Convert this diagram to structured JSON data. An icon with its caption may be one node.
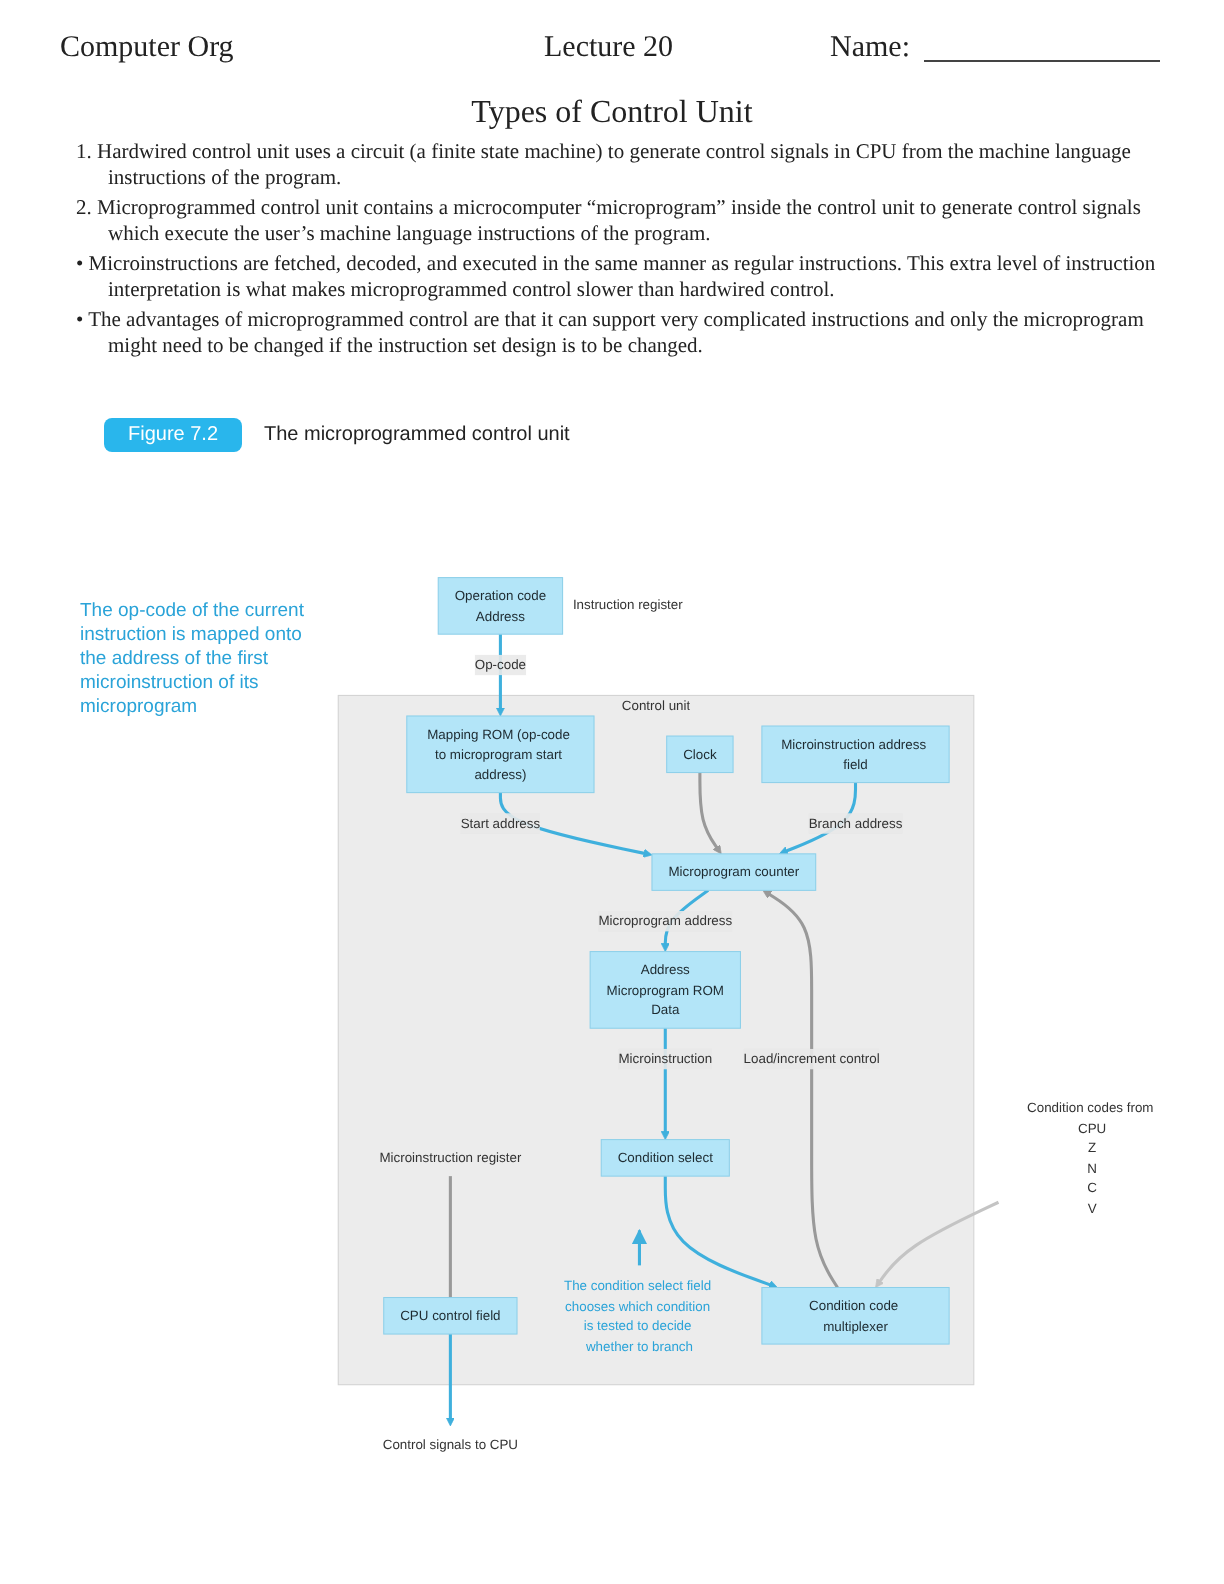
{
  "diagram": {
    "title": "Types of Control Unit",
    "caption": "The microprogrammed control unit",
    "nodes": [
      {
        "text": [
          "Operation code",
          "Address"
        ],
        "beside": [
          "Instruction register"
        ]
      },
      {
        "text": [
          "Control unit"
        ]
      },
      {
        "text": [
          "Mapping ROM (op-code to microprogram start address)"
        ],
        "in": 1
      },
      {
        "text": [
          "Microprogram counter"
        ],
        "in": 1
      },
      {
        "text": [
          "Clock"
        ],
        "in": 1
      },
      {
        "text": [
          "Address",
          "Microprogram ROM",
          "Data"
        ],
        "in": 1
      },
      {
        "text": [
          "Microinstruction register"
        ],
        "in": 1
      },
      {
        "text": [
          "Microinstruction address field"
        ],
        "in": 1
      },
      {
        "text": [
          "Condition select"
        ],
        "in": 1
      },
      {
        "text": [
          "CPU control field"
        ],
        "in": 1
      },
      {
        "text": [
          "Control signals to CPU"
        ]
      },
      {
        "text": [
          "The condition select field chooses which condition is tested to decide whether to branch"
        ],
        "in": 1
      },
      {
        "text": [
          "Condition code multiplexer"
        ],
        "in": 1
      },
      {
        "text": [
          "Condition codes from CPU",
          "Z",
          "N",
          "C",
          "V"
        ]
      }
    ],
    "edges": [
      {
        "from": 0,
        "to": 2,
        "arrow": "to",
        "label": "Op-code"
      },
      {
        "from": 2,
        "to": 3,
        "arrow": "to",
        "label": "Start address"
      },
      {
        "from": 4,
        "to": 3,
        "arrow": "to",
        "color": "#999999"
      },
      {
        "from": 3,
        "to": 5,
        "arrow": "to",
        "label": "Microprogram address"
      },
      {
        "from": 5,
        "to": 8,
        "arrow": "to",
        "label": "Microinstruction"
      },
      {
        "from": 7,
        "to": 3,
        "arrow": "to",
        "label": "Branch address"
      },
      {
        "from": 6,
        "to": 9,
        "arrow": "none",
        "color": "#999999"
      },
      {
        "from": 9,
        "to": 10,
        "arrow": "to"
      },
      {
        "from": 8,
        "to": 12,
        "arrow": "to"
      },
      {
        "from": 13,
        "to": 12,
        "arrow": "to",
        "color": "#c4c4c4"
      },
      {
        "from": 12,
        "to": 3,
        "arrow": "to",
        "label": "Load/increment control",
        "color": "#999999"
      },
      {
        "from": 11,
        "to": null,
        "arrow": "to"
      }
    ],
    "labels": [
      "Computer Org",
      "Lecture 20",
      "Name:",
      "1. Hardwired control unit uses a circuit (a finite state machine) to generate control signals in CPU from the machine language instructions of the program.",
      "2. Microprogrammed control unit contains a microcomputer “microprogram” inside the control unit to generate control signals which execute the user’s machine language instructions of the program.",
      "• Microinstructions are fetched, decoded, and executed in the same manner as regular instructions. This extra level of instruction interpretation is what makes microprogrammed control slower than hardwired control.",
      "• The advantages of microprogrammed control are that it can support very complicated instructions and only the microprogram might need to be changed if the instruction set design is to be changed.",
      "Figure 7.2",
      "The op-code of the current instruction is mapped onto the address of the first microinstruction of its microprogram"
    ]
  }
}
